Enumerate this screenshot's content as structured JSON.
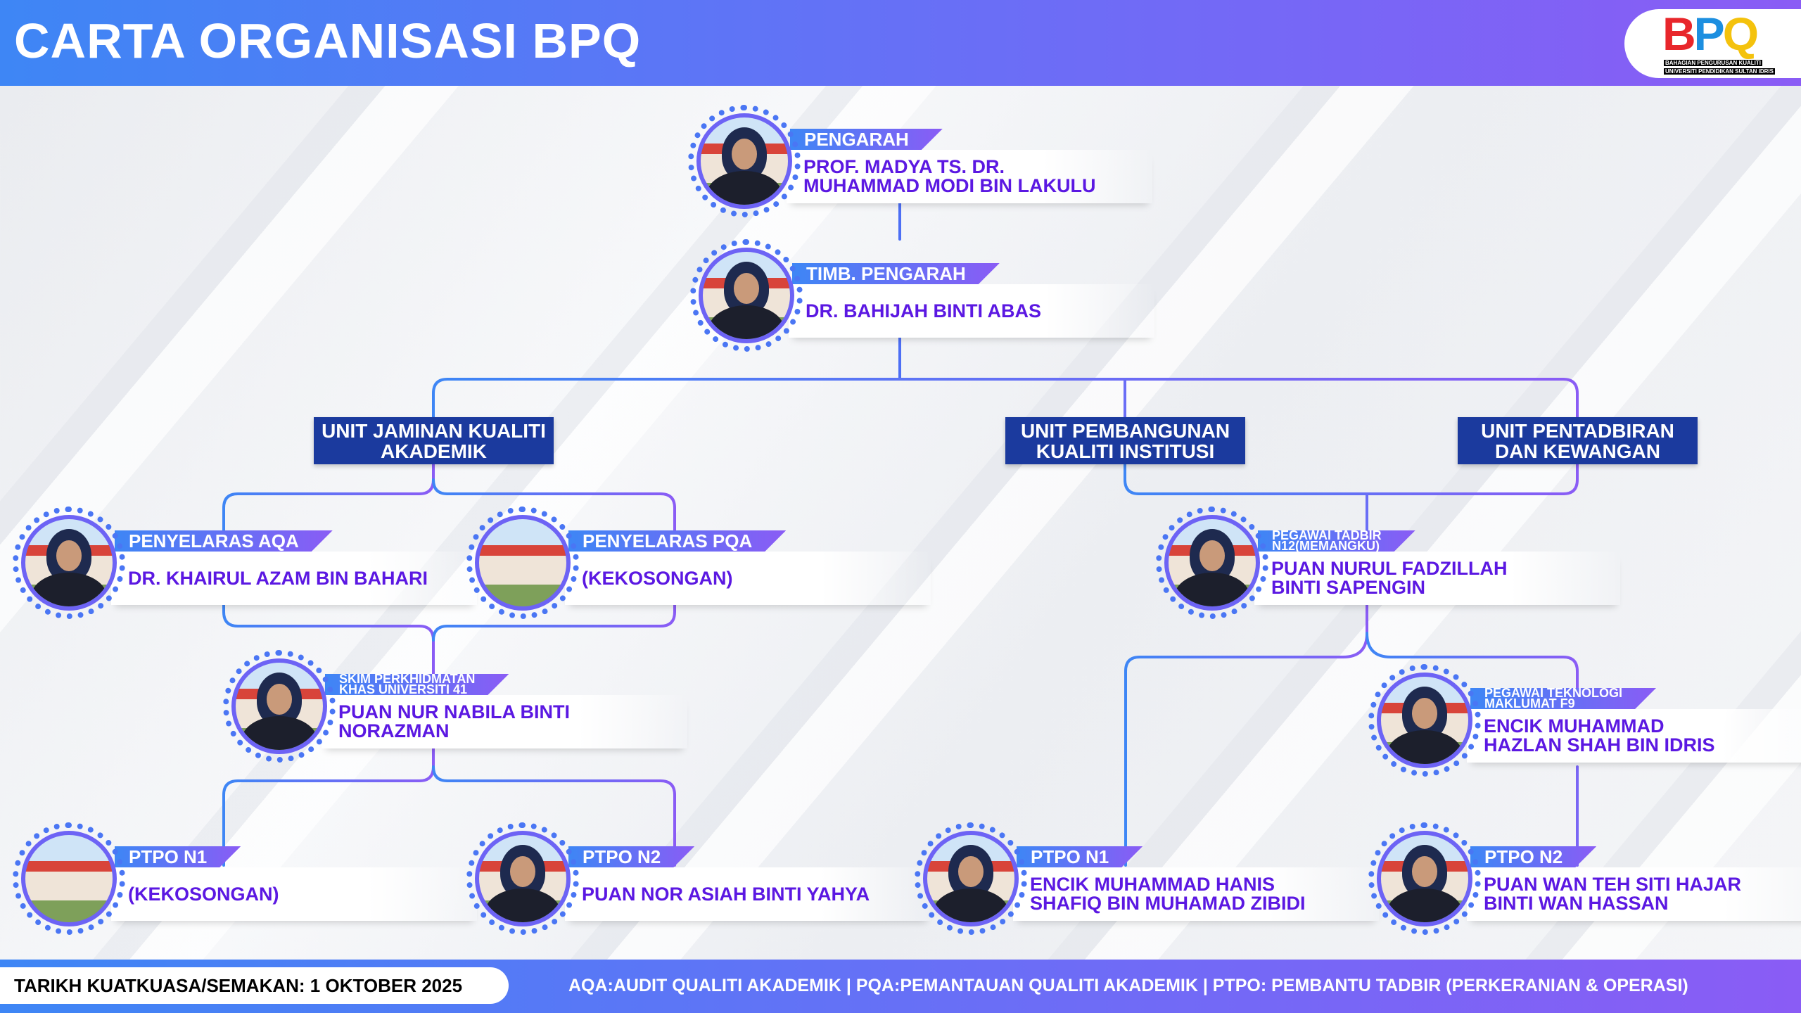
{
  "header": {
    "title": "CARTA ORGANISASI BPQ",
    "logo": {
      "letters": [
        "B",
        "P",
        "Q"
      ],
      "line1": "BAHAGIAN PENGURUSAN KUALITI",
      "line2": "UNIVERSITI PENDIDIKAN SULTAN IDRIS"
    }
  },
  "units": [
    "UNIT JAMINAN KUALITI AKADEMIK",
    "UNIT PEMBANGUNAN KUALITI INSTITUSI",
    "UNIT PENTADBIRAN DAN KEWANGAN"
  ],
  "units_lines": [
    [
      "UNIT JAMINAN KUALITI",
      "AKADEMIK"
    ],
    [
      "UNIT PEMBANGUNAN",
      "KUALITI INSTITUSI"
    ],
    [
      "UNIT PENTADBIRAN",
      "DAN KEWANGAN"
    ]
  ],
  "nodes": [
    {
      "role": [
        "PENGARAH"
      ],
      "name": [
        "PROF. MADYA TS. DR.",
        "MUHAMMAD MODI BIN LAKULU"
      ]
    },
    {
      "role": [
        "TIMB. PENGARAH"
      ],
      "name": [
        "DR. BAHIJAH BINTI ABAS"
      ]
    },
    {
      "role": [
        "PENYELARAS AQA"
      ],
      "name": [
        "DR. KHAIRUL AZAM BIN BAHARI"
      ]
    },
    {
      "role": [
        "PENYELARAS PQA"
      ],
      "name": [
        "(KEKOSONGAN)"
      ]
    },
    {
      "role": [
        "PEGAWAI TADBIR",
        "N12(MEMANGKU)"
      ],
      "name": [
        "PUAN NURUL FADZILLAH",
        "BINTI SAPENGIN"
      ]
    },
    {
      "role": [
        "SKIM PERKHIDMATAN",
        "KHAS UNIVERSITI 41"
      ],
      "name": [
        "PUAN NUR NABILA BINTI",
        "NORAZMAN"
      ]
    },
    {
      "role": [
        "PEGAWAI TEKNOLOGI",
        "MAKLUMAT F9"
      ],
      "name": [
        "ENCIK MUHAMMAD",
        "HAZLAN SHAH BIN IDRIS"
      ]
    },
    {
      "role": [
        "PTPO N1"
      ],
      "name": [
        "(KEKOSONGAN)"
      ]
    },
    {
      "role": [
        "PTPO N2"
      ],
      "name": [
        "PUAN NOR ASIAH BINTI YAHYA"
      ]
    },
    {
      "role": [
        "PTPO N1"
      ],
      "name": [
        "ENCIK MUHAMMAD HANIS",
        "SHAFIQ BIN MUHAMAD ZIBIDI"
      ]
    },
    {
      "role": [
        "PTPO N2"
      ],
      "name": [
        "PUAN WAN TEH SITI HAJAR",
        "BINTI WAN HASSAN"
      ]
    }
  ],
  "footer": {
    "date": "TARIKH KUATKUASA/SEMAKAN: 1 OKTOBER 2025",
    "legend": "AQA:AUDIT QUALITI AKADEMIK  | PQA:PEMANTAUAN QUALITI AKADEMIK  | PTPO: PEMBANTU TADBIR (PERKERANIAN & OPERASI)"
  },
  "colors": {
    "accent_blue": "#3e86f5",
    "accent_purple": "#8a5cf5",
    "unit_box": "#1b3a9e",
    "name_text": "#5b18e2"
  }
}
